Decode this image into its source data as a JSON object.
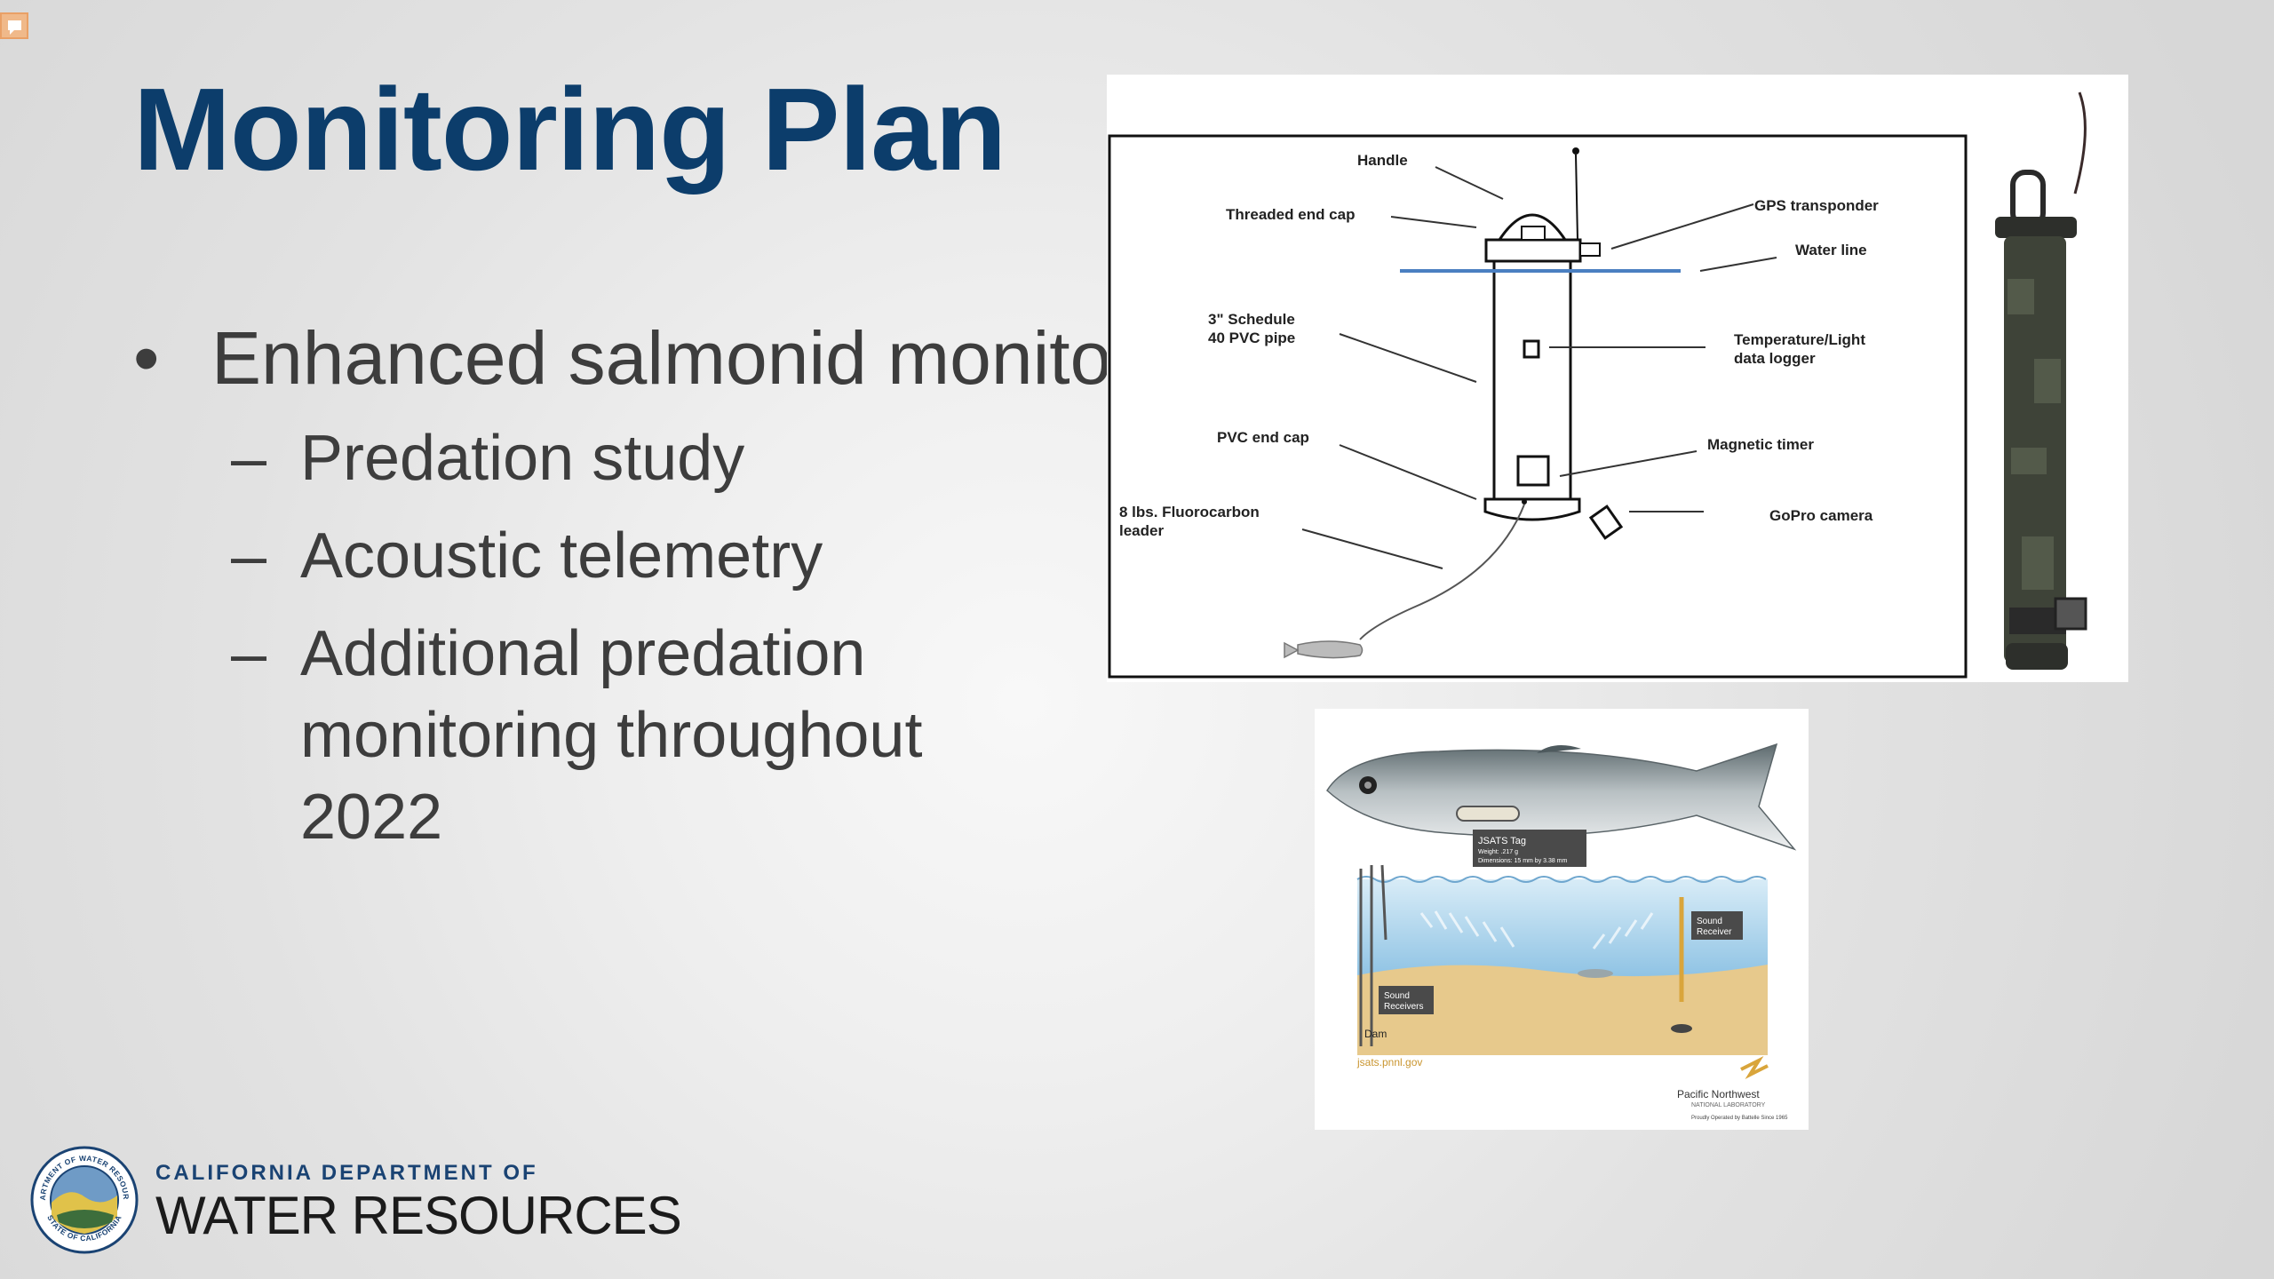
{
  "slide": {
    "title": "Monitoring Plan",
    "bullet": "Enhanced salmonid monitoring",
    "bullet_marker": "•",
    "sub_marker": "–",
    "sub_bullets": [
      "Predation study",
      "Acoustic telemetry",
      "Additional predation monitoring throughout 2022"
    ]
  },
  "diagram": {
    "labels": {
      "handle": "Handle",
      "threaded_end_cap": "Threaded end cap",
      "pipe_1": "3\" Schedule",
      "pipe_2": "40 PVC pipe",
      "pvc_end_cap": "PVC end cap",
      "leader_1": "8 lbs. Fluorocarbon",
      "leader_2": "leader",
      "gps": "GPS transponder",
      "water_line": "Water line",
      "logger_1": "Temperature/Light",
      "logger_2": "data logger",
      "magnetic_timer": "Magnetic timer",
      "gopro": "GoPro camera"
    }
  },
  "telemetry_figure": {
    "tag_title": "JSATS Tag",
    "tag_weight": "Weight: .217 g",
    "tag_dimensions": "Dimensions: 15 mm by 3.38 mm",
    "sound_receiver_right": [
      "Sound",
      "Receiver"
    ],
    "sound_receiver_left": [
      "Sound",
      "Receivers"
    ],
    "dam": "Dam",
    "url": "jsats.pnnl.gov",
    "lab_1": "Pacific Northwest",
    "lab_2": "NATIONAL LABORATORY",
    "lab_3": "Proudly Operated by Battelle Since 1965"
  },
  "logo": {
    "line1": "CALIFORNIA DEPARTMENT OF",
    "line2": "WATER RESOURCES",
    "seal_top": "DEPARTMENT OF WATER RESOURCES",
    "seal_bottom": "STATE OF CALIFORNIA"
  },
  "colors": {
    "title": "#0c3d6b",
    "body_text": "#3d3d3d",
    "logo_blue": "#1a4373",
    "water_line": "#4a7fc1",
    "tag_box": "#4a4a4a",
    "sand": "#e7c98c",
    "water": "#8fc3e4"
  }
}
